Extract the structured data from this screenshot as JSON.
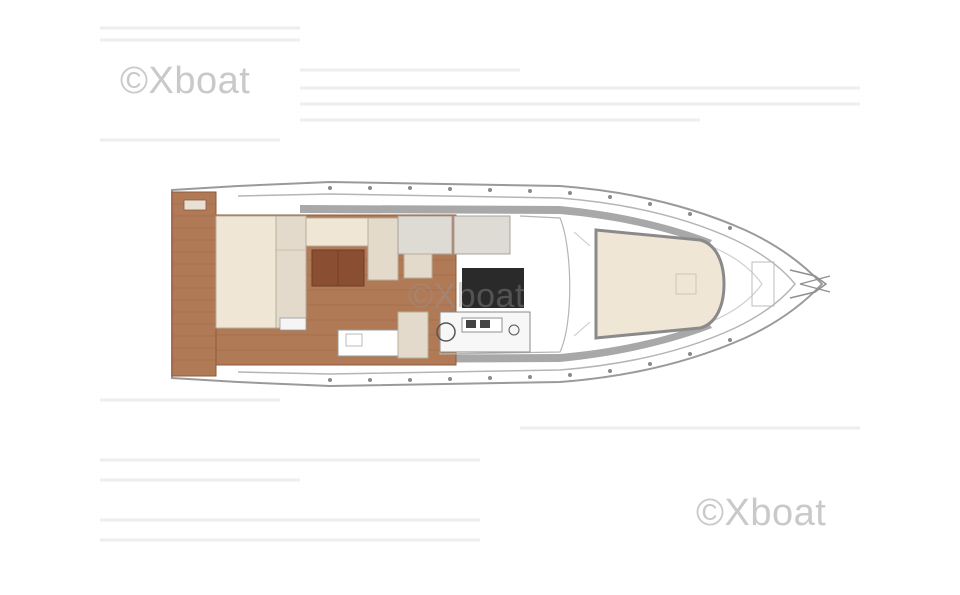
{
  "watermarks": {
    "top_left": "©Xboat",
    "bottom_right": "©Xboat",
    "center": "©Xboat"
  },
  "colors": {
    "teak_deck": "#b07a57",
    "teak_dark": "#8f5b3e",
    "cushion": "#efe6d6",
    "cushion_shade": "#ddd2c0",
    "hull_white": "#ffffff",
    "hull_outline": "#9a9a9a",
    "helm_dark": "#2a2a2a",
    "faint_text": "#e6e6e6"
  }
}
